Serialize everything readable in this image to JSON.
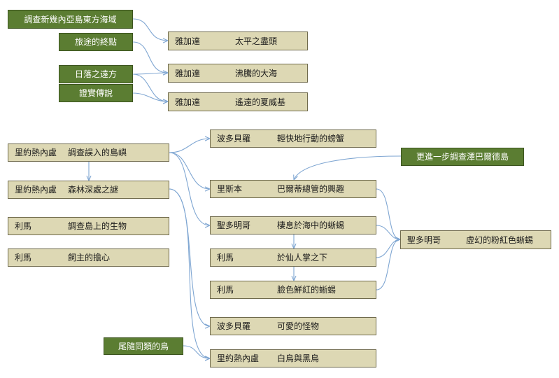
{
  "colors": {
    "event_fill": "#5b7d32",
    "quest_fill": "#ddd8b4",
    "connector": "#7fa6d2"
  },
  "events": [
    {
      "id": "e1",
      "label": "調查新幾內亞島東方海域"
    },
    {
      "id": "e2",
      "label": "旅途的終點"
    },
    {
      "id": "e3",
      "label": "日落之遠方"
    },
    {
      "id": "e4",
      "label": "證實傳說"
    },
    {
      "id": "e5",
      "label": "更進一步調查澤巴爾德島"
    },
    {
      "id": "e6",
      "label": "尾隨同類的鳥"
    }
  ],
  "quests": [
    {
      "id": "q1",
      "place": "雅加達",
      "title": "太平之盡頭"
    },
    {
      "id": "q2",
      "place": "雅加達",
      "title": "沸騰的大海"
    },
    {
      "id": "q3",
      "place": "雅加達",
      "title": "遙遠的夏威基"
    },
    {
      "id": "q4",
      "place": "里約熱內盧",
      "title": "調查誤入的島嶼"
    },
    {
      "id": "q5",
      "place": "里約熱內盧",
      "title": "森林深處之謎"
    },
    {
      "id": "q6",
      "place": "利馬",
      "title": "調查島上的生物"
    },
    {
      "id": "q7",
      "place": "利馬",
      "title": "飼主的擔心"
    },
    {
      "id": "q8",
      "place": "波多貝羅",
      "title": "輕快地行動的螃蟹"
    },
    {
      "id": "q9",
      "place": "里斯本",
      "title": "巴爾蒂總管的興趣"
    },
    {
      "id": "q10",
      "place": "聖多明哥",
      "title": "棲息於海中的蜥蜴"
    },
    {
      "id": "q11",
      "place": "利馬",
      "title": "於仙人掌之下"
    },
    {
      "id": "q12",
      "place": "利馬",
      "title": "臉色鮮紅的蜥蜴"
    },
    {
      "id": "q13",
      "place": "波多貝羅",
      "title": "可愛的怪物"
    },
    {
      "id": "q14",
      "place": "里約熱內盧",
      "title": "白鳥與黑鳥"
    },
    {
      "id": "q15",
      "place": "聖多明哥",
      "title": "虛幻的粉紅色蜥蜴"
    }
  ]
}
